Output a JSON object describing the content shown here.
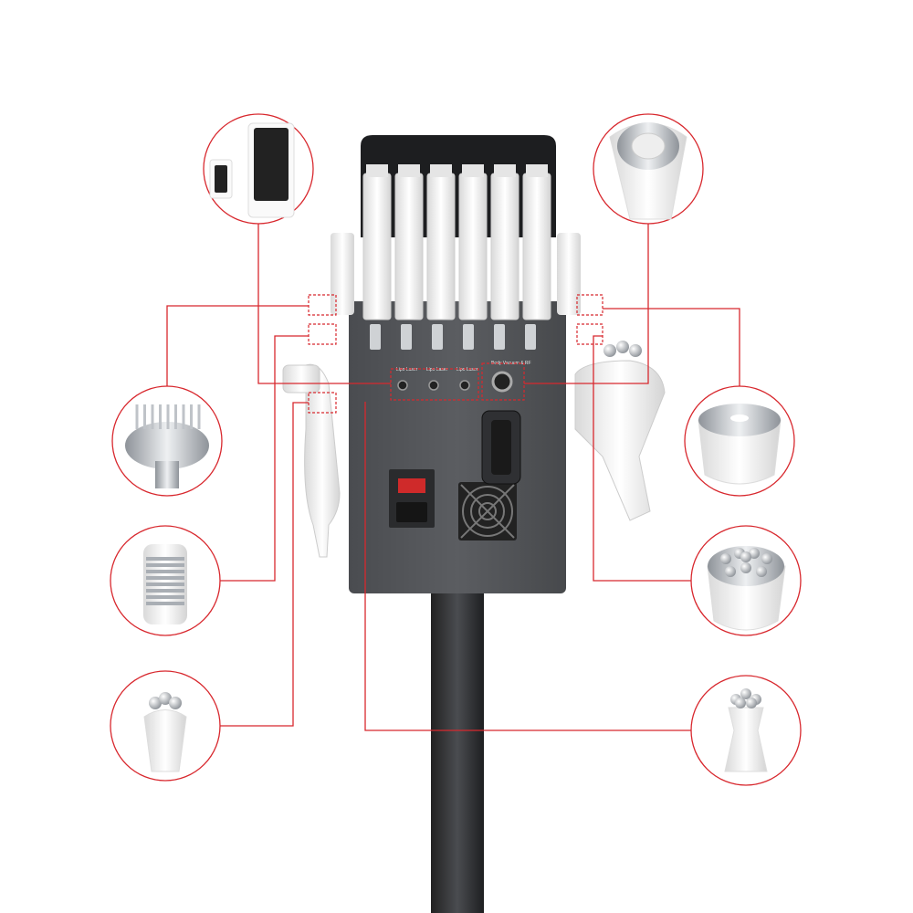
{
  "colors": {
    "accent": "#d8282e",
    "machine_body": "#545659",
    "pole": "#3a3c3f",
    "handpiece": "#f2f2f2",
    "chrome": "#b9bec4"
  },
  "ports": {
    "lipo_laser_1": "Lipo Laser",
    "lipo_laser_2": "Lipo Laser",
    "lipo_laser_3": "Lipo Laser",
    "body_vacuum_rf": "Body Vacuum & RF"
  },
  "callouts": [
    {
      "name": "lipo-laser-pads",
      "side": "left"
    },
    {
      "name": "comb-head-probe",
      "side": "left"
    },
    {
      "name": "ribbed-cylinder-probe",
      "side": "left"
    },
    {
      "name": "tripolar-rf-small-probe",
      "side": "left"
    },
    {
      "name": "body-vacuum-rf-head",
      "side": "right"
    },
    {
      "name": "cavitation-disc-probe",
      "side": "right"
    },
    {
      "name": "multipolar-rf-probe",
      "side": "right"
    },
    {
      "name": "sextupolar-rf-probe",
      "side": "right"
    }
  ]
}
